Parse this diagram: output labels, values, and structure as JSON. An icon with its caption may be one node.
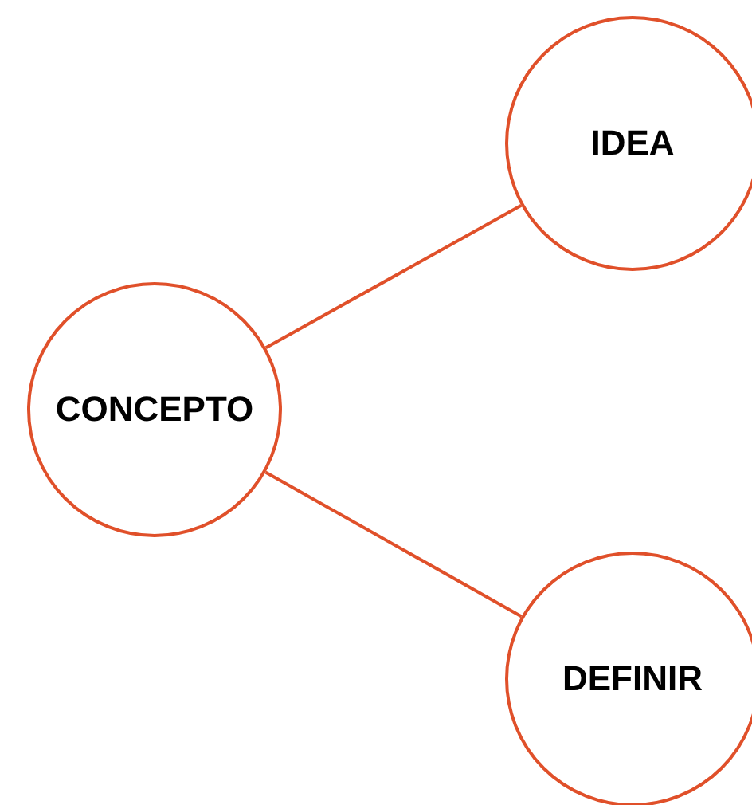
{
  "diagram": {
    "nodes": [
      {
        "text": [
          "CONCEPTO"
        ]
      },
      {
        "text": [
          "IDEA"
        ]
      },
      {
        "text": [
          "DEFINIR"
        ]
      }
    ],
    "edges": [
      {
        "from": 0,
        "to": 1,
        "arrow": "none"
      },
      {
        "from": 0,
        "to": 2,
        "arrow": "none"
      }
    ]
  }
}
